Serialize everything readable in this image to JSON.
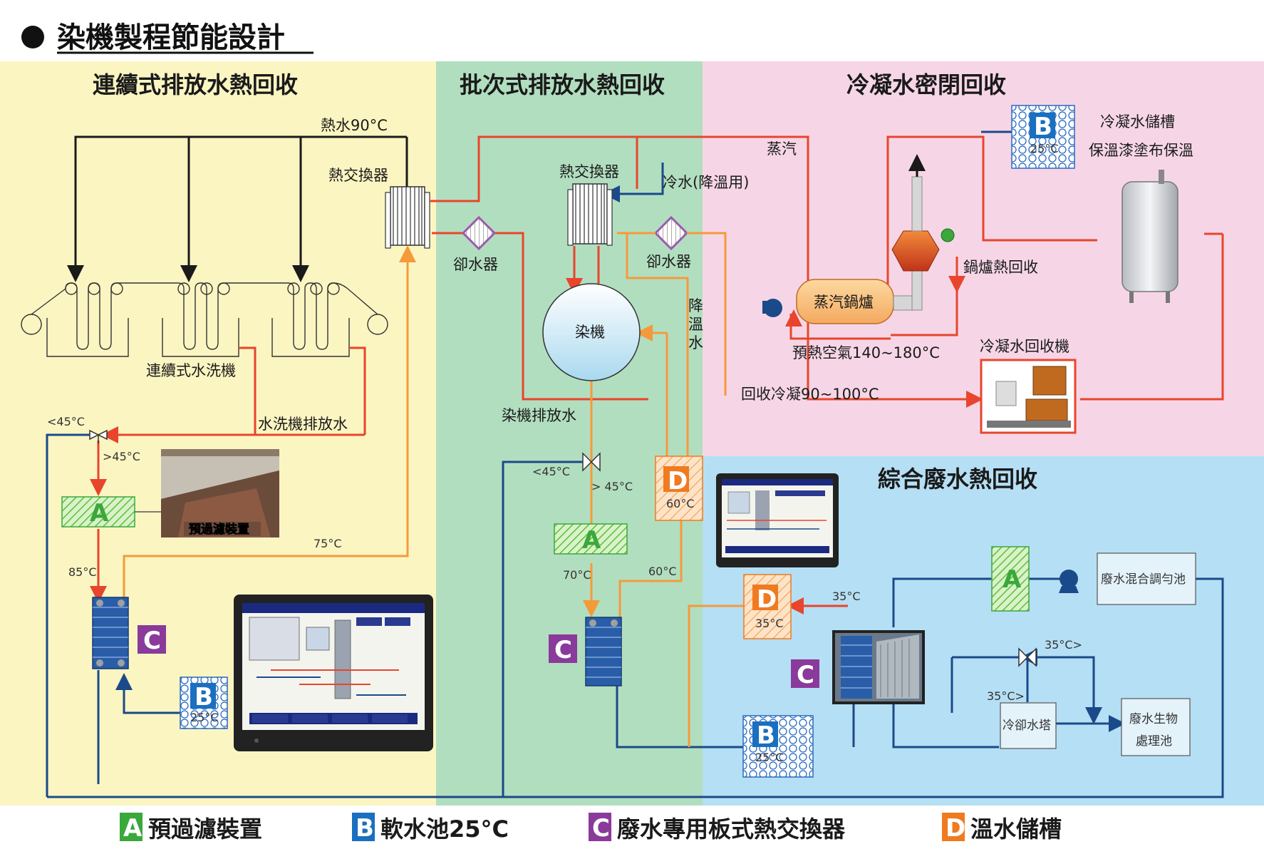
{
  "page_title": "染機製程節能設計",
  "sections": {
    "continuous": "連續式排放水熱回收",
    "batch": "批次式排放水熱回收",
    "condensate": "冷凝水密閉回收",
    "combined": "綜合廢水熱回收"
  },
  "labels": {
    "hot_water": "熱水90°C",
    "heat_exchanger_1": "熱交換器",
    "heat_exchanger_2": "熱交換器",
    "cooling_tower_1": "卻水器",
    "cooling_tower_2": "卻水器",
    "cold_water": "冷水(降溫用)",
    "steam": "蒸汽",
    "condensate_tank": "冷凝水儲槽",
    "insulation": "保溫漆塗布保溫",
    "boiler_heat": "鍋爐熱回收",
    "boiler": "蒸汽鍋爐",
    "preheat_air": "預熱空氣140~180°C",
    "condensate_machine": "冷凝水回收機",
    "recover_condensate": "回收冷凝90~100°C",
    "dye_machine": "染機",
    "cool_down": "降溫水",
    "dye_discharge": "染機排放水",
    "washer": "連續式水洗機",
    "washer_discharge": "水洗機排放水",
    "prefilter": "預過濾裝置",
    "mix_tank": "廢水混合調勻池",
    "cooling_tower": "冷卻水塔",
    "bio_tank_1": "廢水生物",
    "bio_tank_2": "處理池"
  },
  "temps": {
    "lt45_a": "<45°C",
    "gt45_a": ">45°C",
    "t75": "75°C",
    "t85": "85°C",
    "lt45_b": "<45°C",
    "gt45_b": "> 45°C",
    "t70": "70°C",
    "t60_a": "60°C",
    "t60_b": "60°C",
    "t35_a": "35°C",
    "t35_b": "35°C",
    "t35_c": "35°C>",
    "t35_d": "35°C>",
    "t25_a": "25°C",
    "t25_b": "25°C",
    "t25_c": "25°C"
  },
  "badges": {
    "A": "A",
    "B": "B",
    "C": "C",
    "D": "D"
  },
  "legend": [
    {
      "letter": "A",
      "text": "預過濾裝置",
      "color": "#3aa83a"
    },
    {
      "letter": "B",
      "text": "軟水池25°C",
      "color": "#1a6fc0"
    },
    {
      "letter": "C",
      "text": "廢水專用板式熱交換器",
      "color": "#8a3a9a"
    },
    {
      "letter": "D",
      "text": "溫水儲槽",
      "color": "#f07a20"
    }
  ],
  "colors": {
    "yellow_bg": "#fbf5c2",
    "green_bg": "#b2dec0",
    "pink_bg": "#f6d6e6",
    "blue_bg": "#b5dff4",
    "hot_line": "#e8452c",
    "warm_line": "#f59a3a",
    "cold_line": "#1a4a8a",
    "black_line": "#1a1a1a"
  }
}
